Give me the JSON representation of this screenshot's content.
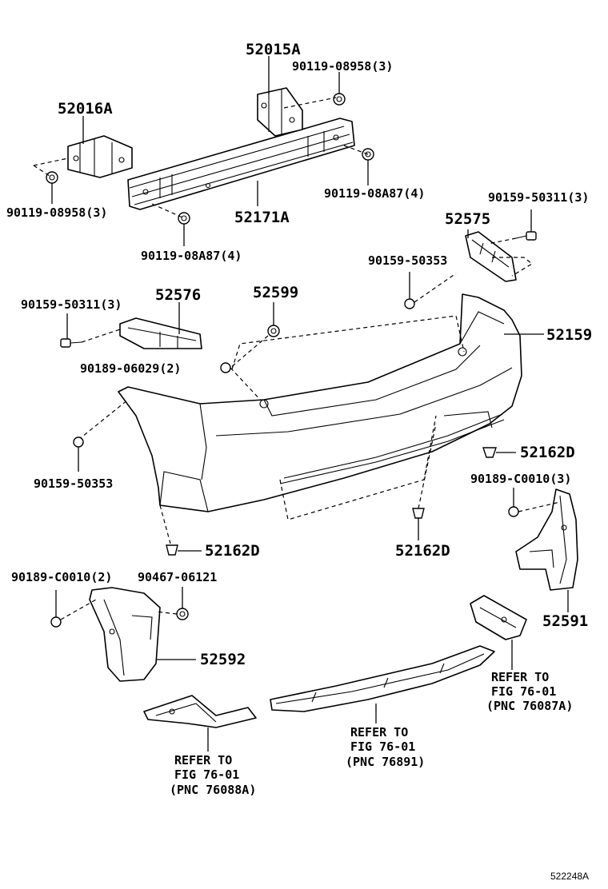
{
  "labels": {
    "p52015A": "52015A",
    "p52016A": "52016A",
    "f_90119_08958_top": "90119-08958(3)",
    "f_90119_08958_left": "90119-08958(3)",
    "f_90119_08A87_right": "90119-08A87(4)",
    "f_90119_08A87_bottom": "90119-08A87(4)",
    "p52171A": "52171A",
    "f_90159_50311_right": "90159-50311(3)",
    "p52575": "52575",
    "f_90159_50353_top": "90159-50353",
    "f_90159_50311_left": "90159-50311(3)",
    "p52576": "52576",
    "p52599": "52599",
    "p52159": "52159",
    "f_90189_06029": "90189-06029(2)",
    "f_90159_50353_left": "90159-50353",
    "p52162D_right": "52162D",
    "f_90189_C0010_right": "90189-C0010(3)",
    "p52162D_left": "52162D",
    "p52162D_center": "52162D",
    "f_90189_C0010_left": "90189-C0010(2)",
    "f_90467_06121": "90467-06121",
    "p52592": "52592",
    "p52591": "52591"
  },
  "references": {
    "right": [
      "REFER TO",
      "FIG 76-01",
      "(PNC 76087A)"
    ],
    "center": [
      "REFER TO",
      "FIG 76-01",
      "(PNC 76891)"
    ],
    "left": [
      "REFER TO",
      "FIG 76-01",
      "(PNC 76088A)"
    ]
  },
  "diagram_id": "522248A"
}
